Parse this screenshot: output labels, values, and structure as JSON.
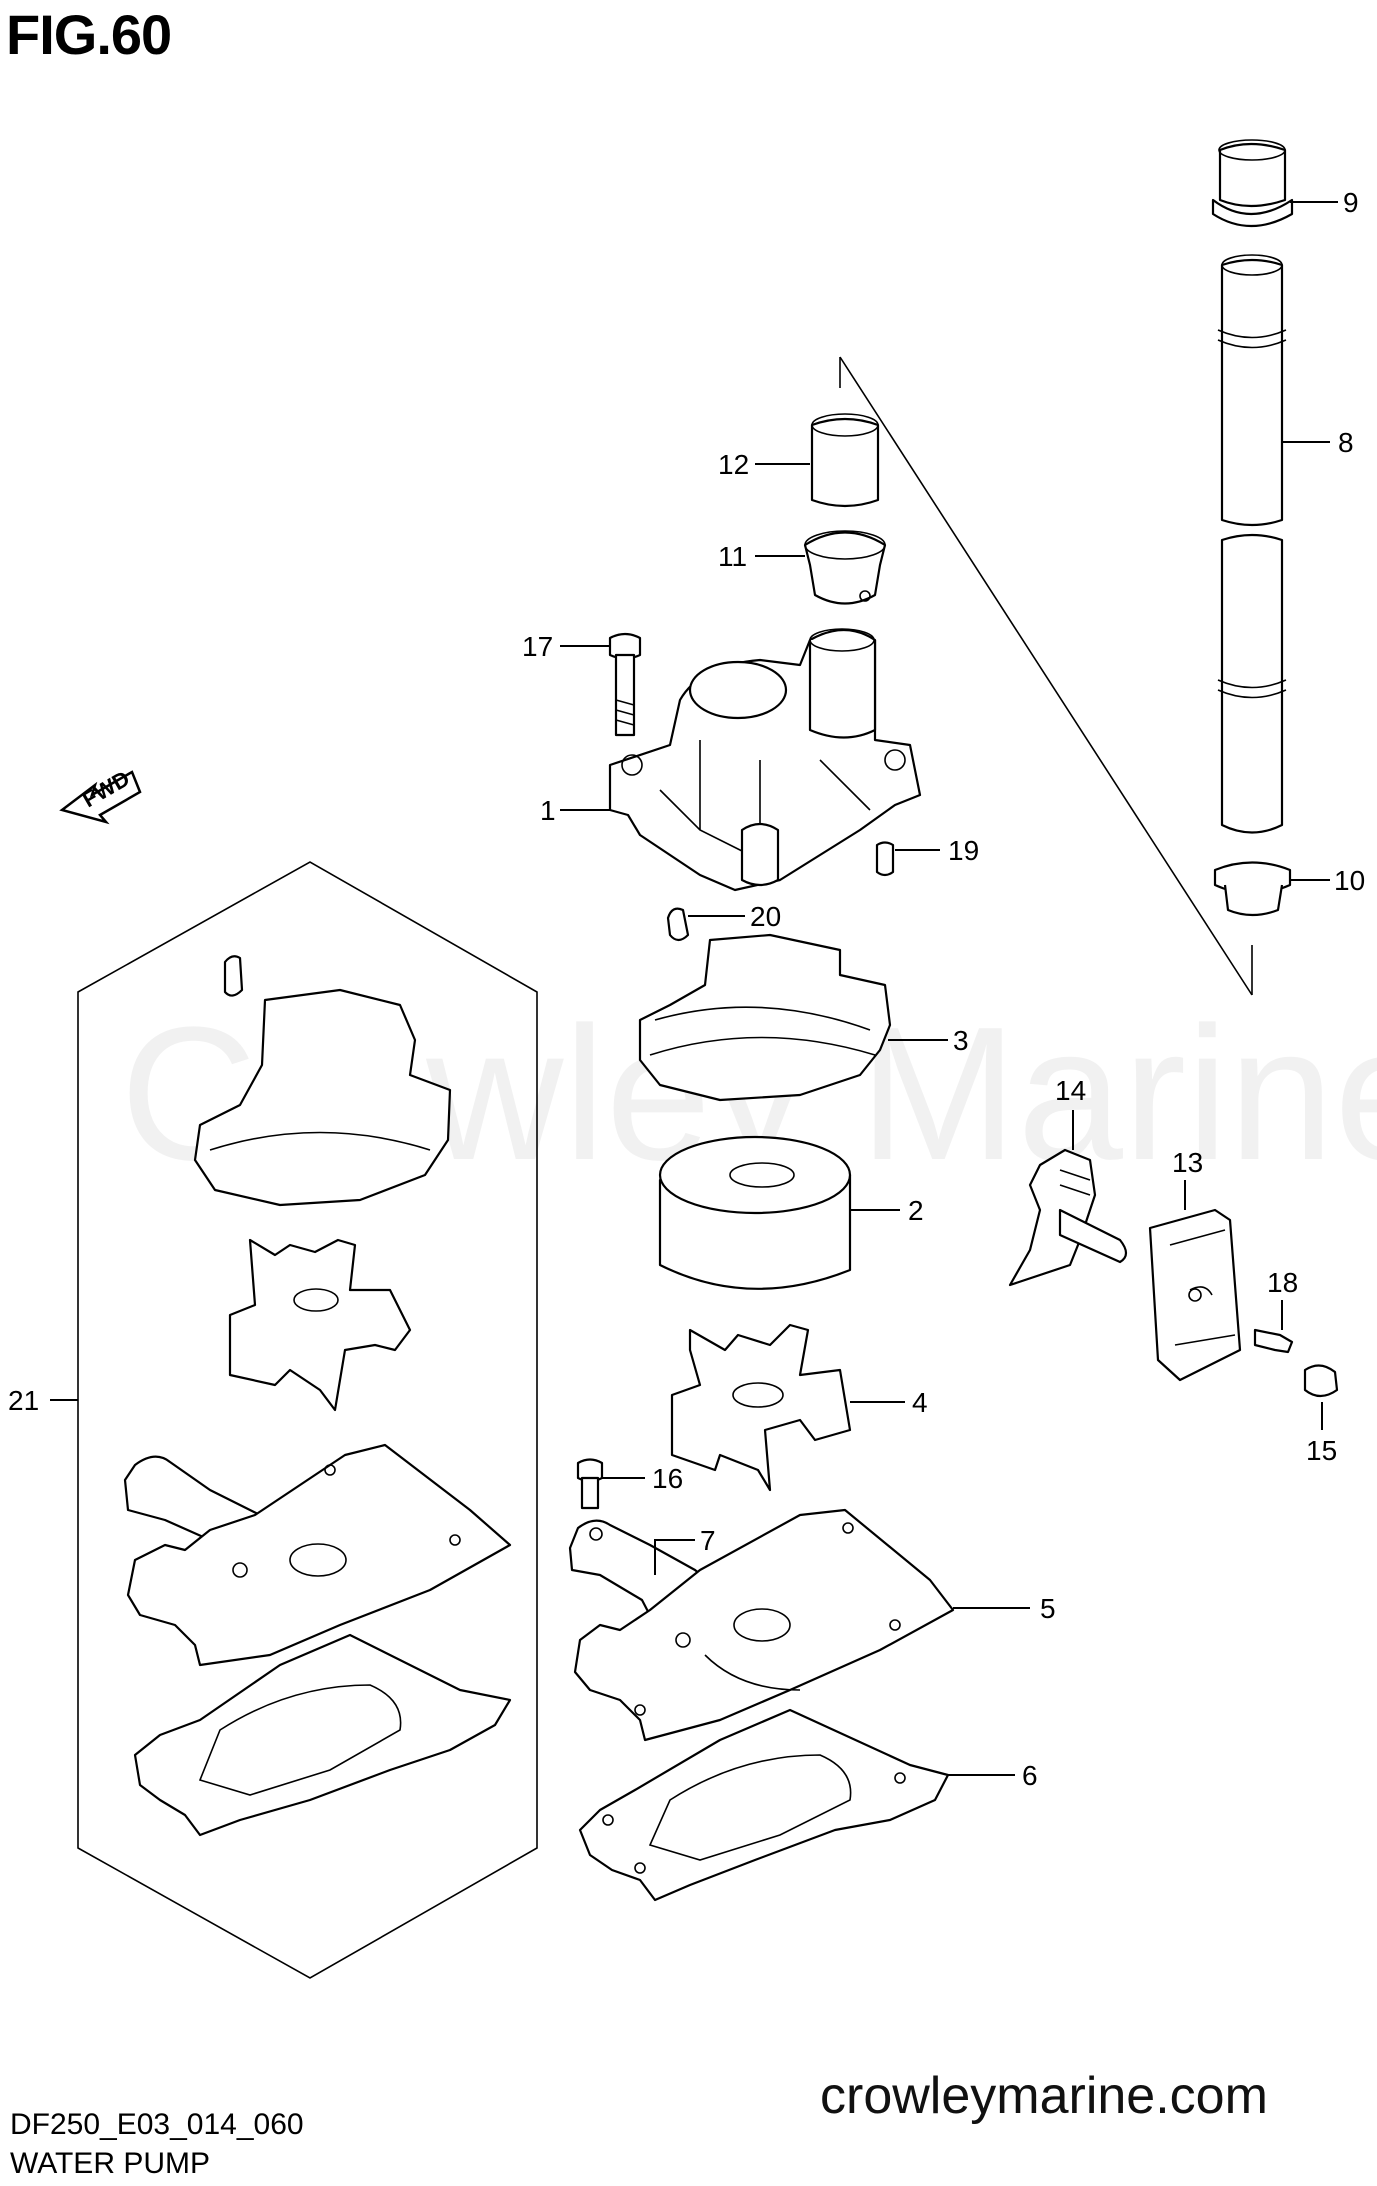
{
  "figure": {
    "title": "FIG.60",
    "code": "DF250_E03_014_060",
    "caption": "WATER PUMP",
    "website": "crowleymarine.com",
    "watermark": "Crowley Marine",
    "fwd_label": "FWD"
  },
  "callouts": [
    "1",
    "2",
    "3",
    "4",
    "5",
    "6",
    "7",
    "8",
    "9",
    "10",
    "11",
    "12",
    "13",
    "14",
    "15",
    "16",
    "17",
    "18",
    "19",
    "20",
    "21"
  ]
}
